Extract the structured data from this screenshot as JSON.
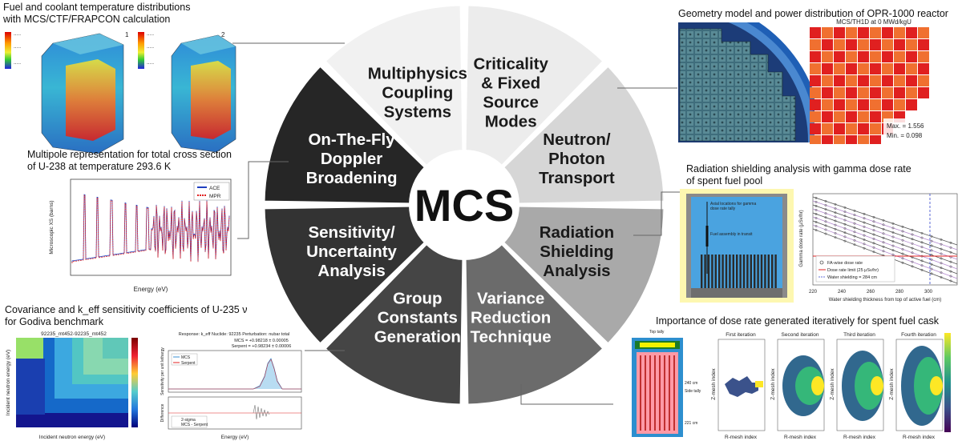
{
  "hub": {
    "label": "MCS"
  },
  "wheel": {
    "segments": [
      {
        "id": "criticality",
        "lines": [
          "Criticality",
          "& Fixed",
          "Source",
          "Modes"
        ],
        "fill": "#ececec",
        "text_color": "#1a1a1a"
      },
      {
        "id": "transport",
        "lines": [
          "Neutron/",
          "Photon",
          "Transport"
        ],
        "fill": "#d6d6d6",
        "text_color": "#1a1a1a"
      },
      {
        "id": "shielding",
        "lines": [
          "Radiation",
          "Shielding",
          "Analysis"
        ],
        "fill": "#a9a9a9",
        "text_color": "#1a1a1a"
      },
      {
        "id": "variance",
        "lines": [
          "Variance",
          "Reduction",
          "Technique"
        ],
        "fill": "#6b6b6b",
        "text_color": "#ffffff"
      },
      {
        "id": "group",
        "lines": [
          "Group",
          "Constants",
          "Generation"
        ],
        "fill": "#454545",
        "text_color": "#ffffff"
      },
      {
        "id": "sensitivity",
        "lines": [
          "Sensitivity/",
          "Uncertainty",
          "Analysis"
        ],
        "fill": "#333333",
        "text_color": "#ffffff"
      },
      {
        "id": "doppler",
        "lines": [
          "On-The-Fly",
          "Doppler",
          "Broadening"
        ],
        "fill": "#262626",
        "text_color": "#ffffff"
      },
      {
        "id": "multiphysics",
        "lines": [
          "Multiphysics",
          "Coupling",
          "Systems"
        ],
        "fill": "#f1f1f1",
        "text_color": "#1a1a1a"
      }
    ]
  },
  "panels": {
    "fuel": {
      "caption_lines": [
        "Fuel and coolant temperature distributions",
        "with MCS/CTF/FRAPCON calculation"
      ],
      "fig_labels": [
        "1",
        "2"
      ]
    },
    "multipole": {
      "caption_lines": [
        "Multipole  representation for total cross section",
        "of U-238 at temperature 293.6 K"
      ],
      "xlabel": "Energy (eV)",
      "ylabel": "Microscopic XS (barns)",
      "legend": [
        "ACE",
        "MPR"
      ]
    },
    "covariance": {
      "caption_lines": [
        "Covariance and k_eff sensitivity coefficients of U-235 ν",
        "for Godiva benchmark"
      ],
      "heatmap_title": "92235_mt452-92235_mt452",
      "heatmap_xlabel": "Incident neutron energy (eV)",
      "heatmap_ylabel": "Incident neutron energy (eV)",
      "sens_info": [
        "Response: k_eff    Nuclide: 92235   Perturbation: nubar total",
        "MCS = +0.98218 ± 0.00005",
        "Serpent = +0.98234 ± 0.00006"
      ],
      "sens_legend": [
        "MCS",
        "Serpent"
      ],
      "diff_legend": [
        "2-sigma",
        "MCS - Serpent"
      ],
      "sens_ylabel": "Sensitivity per unit lethargy",
      "diff_ylabel": "Difference",
      "xlabel": "Energy (eV)"
    },
    "geometry": {
      "caption": "Geometry model and power distribution of OPR-1000 reactor",
      "map_title": "MCS/TH1D at 0 MWd/kgU",
      "max_label": "Max. = 1.556",
      "min_label": "Min. = 0.098"
    },
    "shielding": {
      "caption_lines": [
        "Radiation shielding analysis with gamma dose rate",
        "of spent fuel pool"
      ],
      "schematic_notes": [
        "Axial locations for gamma",
        "dose rate tally",
        "Fuel assembly in transit"
      ],
      "plot_xlabel": "Water shielding thickness from top of active fuel (cm)",
      "plot_ylabel": "Gamma dose rate (μSv/hr)",
      "legend": [
        "FA-wise dose rate",
        "Dose rate limit (25 μSv/hr)",
        "Water shielding = 284 cm"
      ]
    },
    "importance": {
      "caption": "Importance of dose rate generated iteratively for spent fuel cask",
      "iterations": [
        "First iteration",
        "Second iteration",
        "Third iteration",
        "Fourth iteration"
      ],
      "xlabel": "R-mesh index",
      "ylabel": "Z-mesh index",
      "cask_labels": [
        "Top tally",
        "240 cm",
        "Side tally",
        "221 cm"
      ]
    }
  },
  "colors": {
    "connector": "#666666",
    "shielding_bg": "#fdf7b0",
    "pool_water": "#4aa3e0",
    "dose_limit": "#e02020",
    "ace": "#1f3fbf",
    "mpr": "#e02020"
  }
}
